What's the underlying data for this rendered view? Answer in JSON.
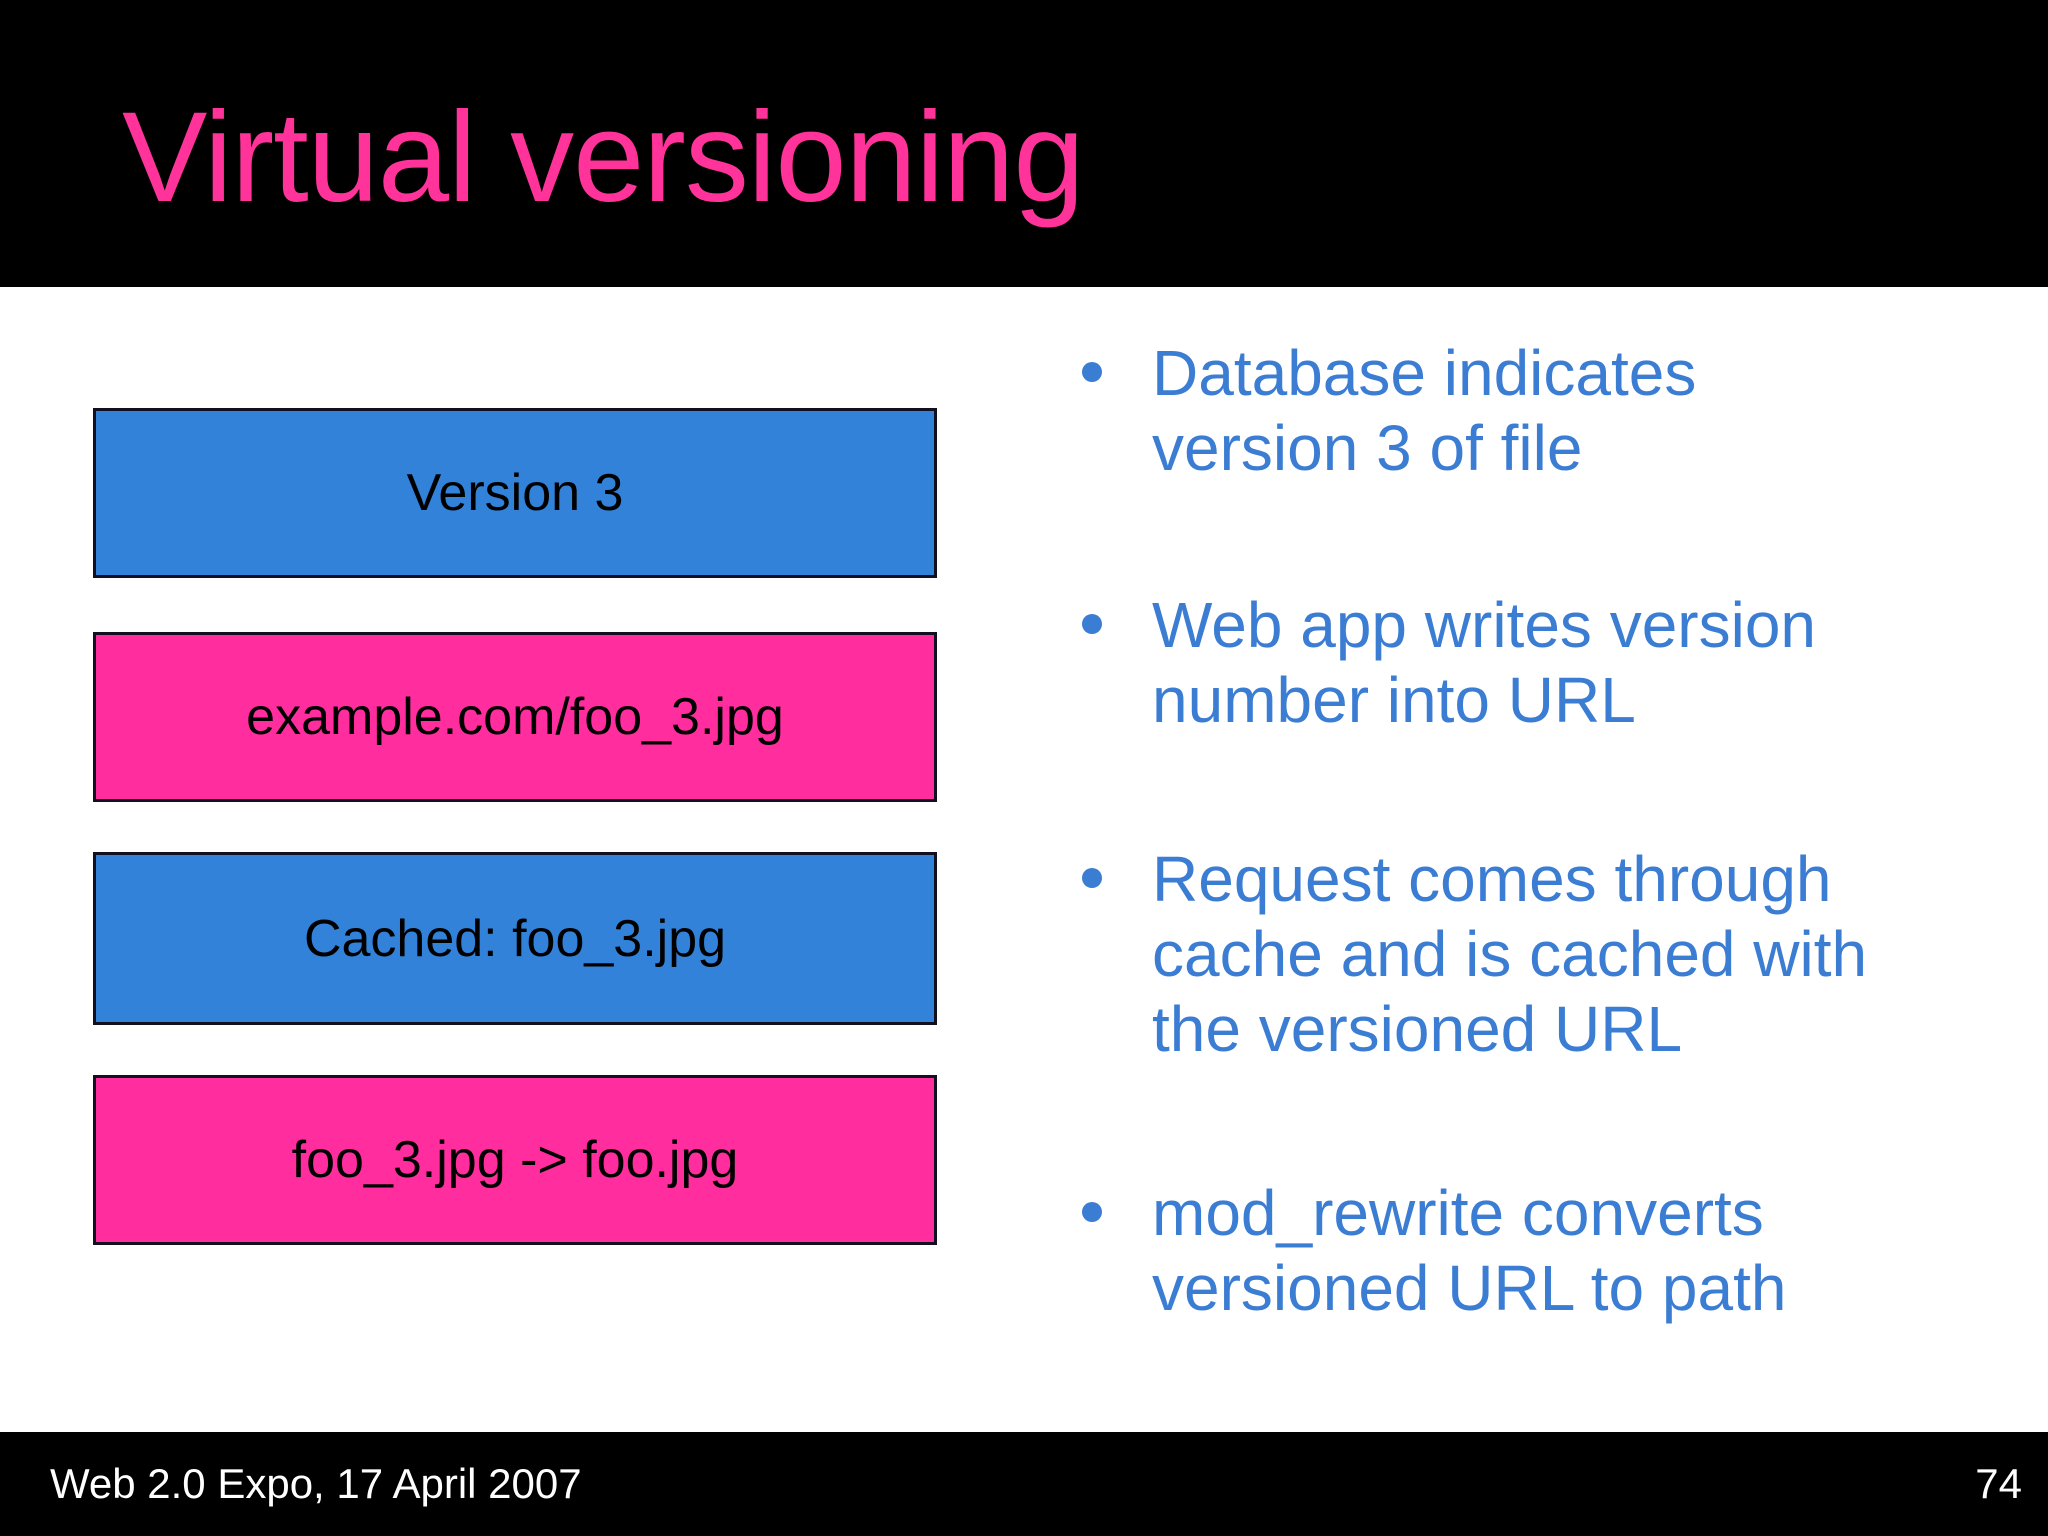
{
  "slide": {
    "title": "Virtual versioning",
    "colors": {
      "header_bg": "#000000",
      "body_bg": "#ffffff",
      "title_pink": "#ff3399",
      "box_pink": "#ff2d9e",
      "box_blue": "#3182d8",
      "box_border": "#101020",
      "box_text": "#000000",
      "bullet_blue": "#3c7dd4",
      "footer_text": "#ffffff"
    },
    "diagram": {
      "boxes": [
        {
          "label": "Version 3",
          "color": "blue"
        },
        {
          "label": "example.com/foo_3.jpg",
          "color": "pink"
        },
        {
          "label": "Cached: foo_3.jpg",
          "color": "blue"
        },
        {
          "label": "foo_3.jpg -> foo.jpg",
          "color": "pink"
        }
      ]
    },
    "bullets": [
      {
        "lines": [
          "Database indicates",
          "version 3 of file"
        ]
      },
      {
        "lines": [
          "Web app writes version",
          "number into URL"
        ]
      },
      {
        "lines": [
          "Request comes through",
          "cache and is cached with",
          "the versioned URL"
        ]
      },
      {
        "lines": [
          "mod_rewrite converts",
          "versioned URL to path"
        ]
      }
    ],
    "footer": {
      "left": "Web 2.0 Expo, 17 April 2007",
      "page_number": "74"
    }
  }
}
